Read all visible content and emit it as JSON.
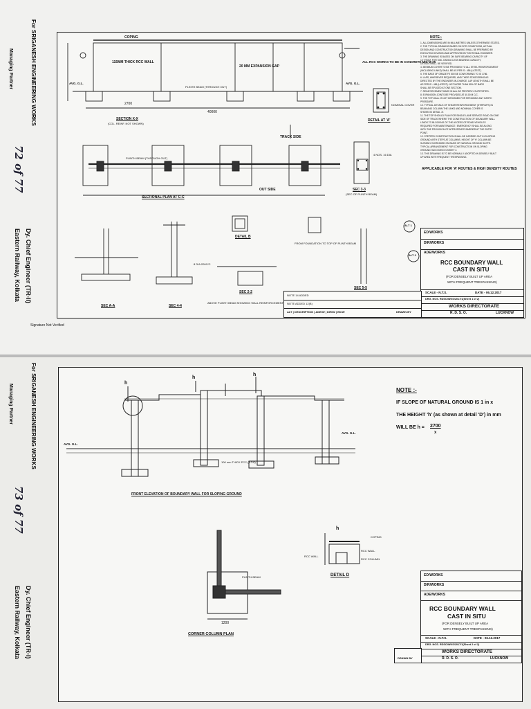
{
  "sheet1": {
    "margin": {
      "firm": "For SRIGANESH ENGINEERING WORKS",
      "partner": "Managing Partner",
      "page_no": "72 of 77",
      "officer_title": "Dy. Chief Engineer (TR-II)",
      "railway": "Eastern Railway, Kolkata",
      "signature_note": "Signature Not Verified"
    },
    "labels": {
      "coping": "COPING",
      "wall_115": "115MM THICK RCC WALL",
      "expansion_gap": "20 MM EXPANSION GAP",
      "all_rcc": "ALL RCC WORKS TO BE IN CONCRETE MIX M-25",
      "plinth_beam": "PLINTH BEAM (THROUGH OUT)",
      "avg_gl": "AVG. G.L.",
      "dim_2700": "2700",
      "dim_40000": "40000",
      "section_xx": "SECTION X-X",
      "section_xx_sub": "(COL. REINF. NOT SHOWN)",
      "detail_a": "DETAIL AT 'A'",
      "nominal_cover": "NOMINAL COVER",
      "track_side": "TRACK SIDE",
      "out_side": "OUT SIDE",
      "sectional_plan": "SECTIONAL PLAN AT C-C",
      "sec_33": "SEC 3-3",
      "sec_33_sub": "(SEC OF PLINTH BEAM)",
      "sec_aa": "SEC A-A",
      "sec_44": "SEC 4-4",
      "sec_22": "SEC 2-2",
      "sec_22_sub": "ABOVE PLINTH BEAM SHOWING WALL REINFORCEMENT",
      "detail_b": "DETAIL B",
      "sec_55": "SEC 5-5",
      "from_foundation": "FROM FOUNDATION TO TOP OF PLINTH BEAM",
      "nos16": "4 NOS. 16 DIA",
      "dia8": "8 DIA 200C/C"
    },
    "notes_title": "NOTE:-",
    "notes": [
      "1. ALL DIMENSIONS ARE IN MILLIMETRES UNLESS OTHERWISE STATED.",
      "2. THE TYPICAL DRAWING BASED ON SITE CONDITIONS, ACTUAL",
      "   DESIGN AND CONSTRUCTION DRAWING SHALL BE PREPARED BY",
      "   EXECUTING DIVISION AND APPROVED BY SECTIONAL ENGINEER.",
      "3. THE DRAWING IS BASED ON SAFE BEARING CAPACITY OF",
      "   10 T/SQM. FOR SOIL HAVING LESS BEARING CAPACITY,",
      "   DESIGN SHALL BE VERIFIED.",
      "4. MINIMUM COVER TO BE PROVIDED TO ALL STEEL REINFORCEMENT",
      "   (INCLUDING LINKS) SHALL BE AS PER IS : 456 (LATEST).",
      "5. THE BASE OF GRADE FE 500 BE CONFORMING TO IS 1786.",
      "6. LAPS, WHEREVER REQUIRED, AND THEIR STAGGERING AS",
      "   DIRECTED BY THE ENGINEER-IN-CHARGE. LAP LENGTH SHALL BE",
      "   AS PER IS : 456 (LATEST). NOT MORE THAN 50% OF BARS",
      "   SHALL BE SPLICED AT ONE SECTION.",
      "7. REINFORCEMENT BARS SHALL BE PROPERLY SUPPORTED.",
      "8. EXPANSION JOINTS BE PROVIDED AT 40.00 M C/C.",
      "9. THE TOP WALL IS NOT DESIGNED FOR RETAINING ANY EARTH",
      "   PRESSURE.",
      "10. TYPICAL DETAILS OF SHEAR REINFORCEMENT (STIRRUPS) IN",
      "   BEAM AND COLUMN THE LINKS AND NOMINAL COVER IS",
      "   SHOWN IN DETAIL 'A'.",
      "11. THE TOP SHOULD PLAN FOR SINGLE LANE SERVICE ROAD ON ONE",
      "   SIDE OF TRACK WHERE THE CONSTRUCTION OF BOUNDARY WALL",
      "   LEADS TO BLOCKING OF THE ACCESS OF ROAD VEHICLES",
      "   REQUIRED FOR MAINTENANCE / EMERGENCY SHALL BE ALONG",
      "   WITH THE PROVISION OF APPROPRIATE BARRIER AT THE ENTRY",
      "   POINT.",
      "12. STEPPED CONSTRUCTION SHALL BE CARRIED OUT IN SLOPING",
      "   GROUND WITH STEPS AT COLUMNS. HEIGHT OF 'H' COLUMN BE",
      "   SUITABLY INCREASED ON BASIS OF NATURAL GROUND SLOPE.",
      "   TYPICAL ARRANGEMENT FOR CONSTRUCTION ON SLOPING",
      "   GROUND HAS GIVEN IN SHEET 2.",
      "13. THIS DRAWING IS TO BE NORMALLY ADOPTED IN DENSELY BUILT",
      "   UP AREA WITH FREQUENT TRESPASSING."
    ],
    "applicable": "APPLICABLE FOR 'A' ROUTES & HIGH DENSITY ROUTES",
    "alt1": "ALT 1",
    "alt2": "ALT 2",
    "title_block": {
      "ed": "ED/WORKS",
      "dir": "DIR/WORKS",
      "ade": "ADE/WORKS",
      "title1": "RCC BOUNDARY WALL",
      "title2": "CAST IN SITU",
      "sub1": "(FOR DENSELY BUILT UP AREA",
      "sub2": "WITH FREQUENT TRESPASSING)",
      "scale": "SCALE - N.T.S.",
      "date": "DATE - 06.12.2017",
      "drg": "DRG. NOS. RDSO/WKS/2017/1(Sheet 1 of 2)",
      "directorate": "WORKS DIRECTORATE",
      "rdso": "R. D. S. O.",
      "lucknow": "LUCKNOW",
      "drawn_by": "DRAWN BY",
      "alt_row2": "NOTE 14 ADDED",
      "alt_row1": "NOTE ADDED 12(B)",
      "alt_head": "ALT | DESCRIPTION | ADE/W | DIR/W | ED/W"
    }
  },
  "sheet2": {
    "margin": {
      "firm": "For SRIGANESH ENGINEERING WORKS",
      "partner": "Managing Partner",
      "page_no": "73 of 77",
      "officer_title": "Dy. Chief Engineer (TR-I)",
      "railway": "Eastern Railway, Kolkata"
    },
    "note_title": "NOTE :-",
    "note_line1": "IF SLOPE OF NATURAL GROUND IS 1 in x",
    "note_line2": "THE HEIGHT 'h' (as shown at detail 'D') in mm",
    "note_line3a": "WILL BE h =",
    "note_line3b": "2700",
    "note_line3c": "x",
    "front_elev": "FRONT ELEVATION OF BOUNDARY WALL FOR SLOPING GROUND",
    "avg_gl": "AVG. G.L.",
    "thick": "100 mm THICK PCC (1:3:6)",
    "corner_plan": "CORNER COLUMN PLAN",
    "plinth_beam": "PLINTH BEAM",
    "detail_d": "DETAIL D",
    "coping": "COPING",
    "rcc_wall": "RCC WALL",
    "rcc_column": "RCC COLUMN",
    "dim_1200": "1200",
    "h": "h",
    "title_block": {
      "ed": "ED/WORKS",
      "dir": "DIR/WORKS",
      "ade": "ADE/WORKS",
      "title1": "RCC BOUNDARY WALL",
      "title2": "CAST IN SITU",
      "sub1": "(FOR DENSELY BUILT UP AREA",
      "sub2": "WITH FREQUENT TRESPASSING)",
      "scale": "SCALE - N.T.S.",
      "date": "DATE - 06.12.2017",
      "drg": "DRG. NOS. RDSO/WKS/2017/1(Sheet 2 of 2)",
      "directorate": "WORKS DIRECTORATE",
      "rdso": "R. D. S. O.",
      "lucknow": "LUCKNOW",
      "drawn_by": "DRAWN BY"
    }
  }
}
